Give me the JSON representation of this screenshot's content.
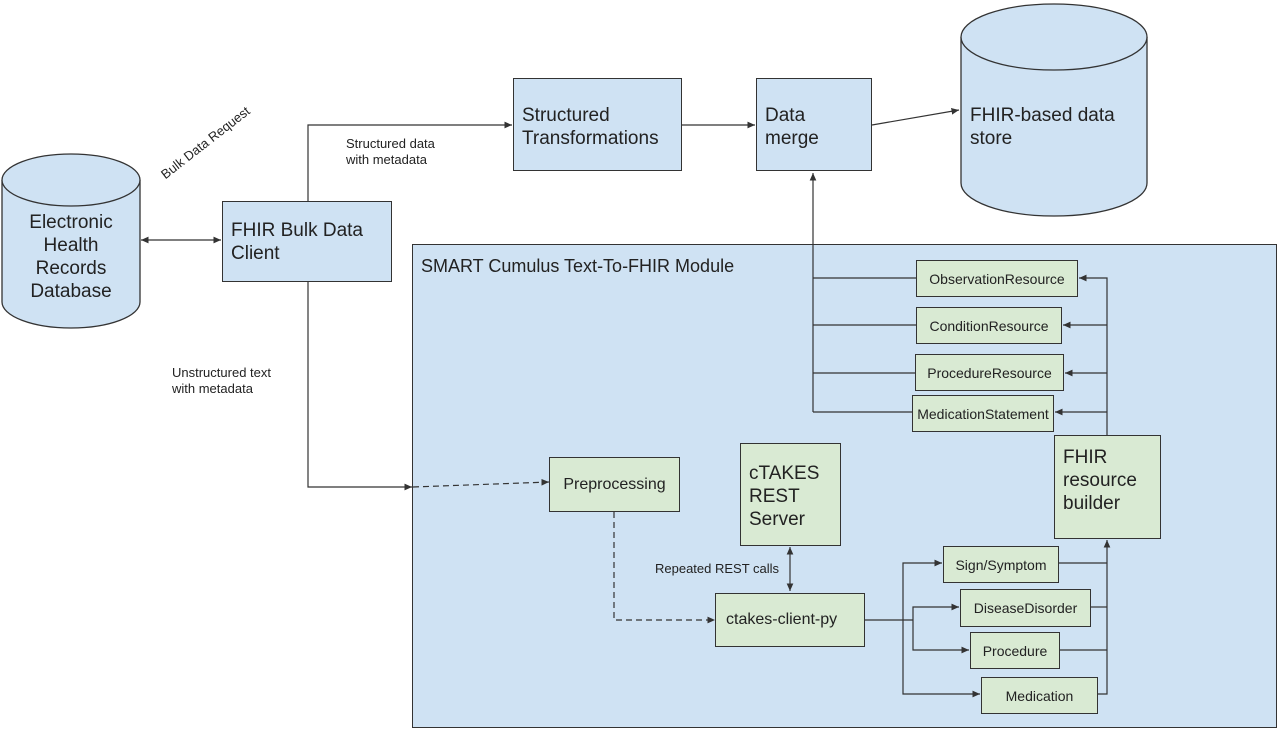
{
  "nodes": {
    "ehr_db": "Electronic\nHealth\nRecords\nDatabase",
    "fhir_bulk_client": "FHIR Bulk Data\nClient",
    "structured_transformations": "Structured\nTransformations",
    "data_merge": "Data\nmerge",
    "fhir_data_store": "FHIR-based data\nstore",
    "module_title": "SMART Cumulus Text-To-FHIR Module",
    "preprocessing": "Preprocessing",
    "ctakes_server": "cTAKES\nREST\nServer",
    "ctakes_client": "ctakes-client-py",
    "fhir_resource_builder": "FHIR\nresource\nbuilder",
    "observation_resource": "ObservationResource",
    "condition_resource": "ConditionResource",
    "procedure_resource": "ProcedureResource",
    "medication_statement": "MedicationStatement",
    "sign_symptom": "Sign/Symptom",
    "disease_disorder": "DiseaseDisorder",
    "procedure": "Procedure",
    "medication": "Medication"
  },
  "edge_labels": {
    "bulk_data_request": "Bulk Data Request",
    "structured_data": "Structured data\nwith metadata",
    "unstructured_text": "Unstructured text\nwith metadata",
    "repeated_rest": "Repeated REST calls"
  },
  "colors": {
    "blue_fill": "#cfe2f3",
    "green_fill": "#d9ead3",
    "stroke": "#333333"
  }
}
